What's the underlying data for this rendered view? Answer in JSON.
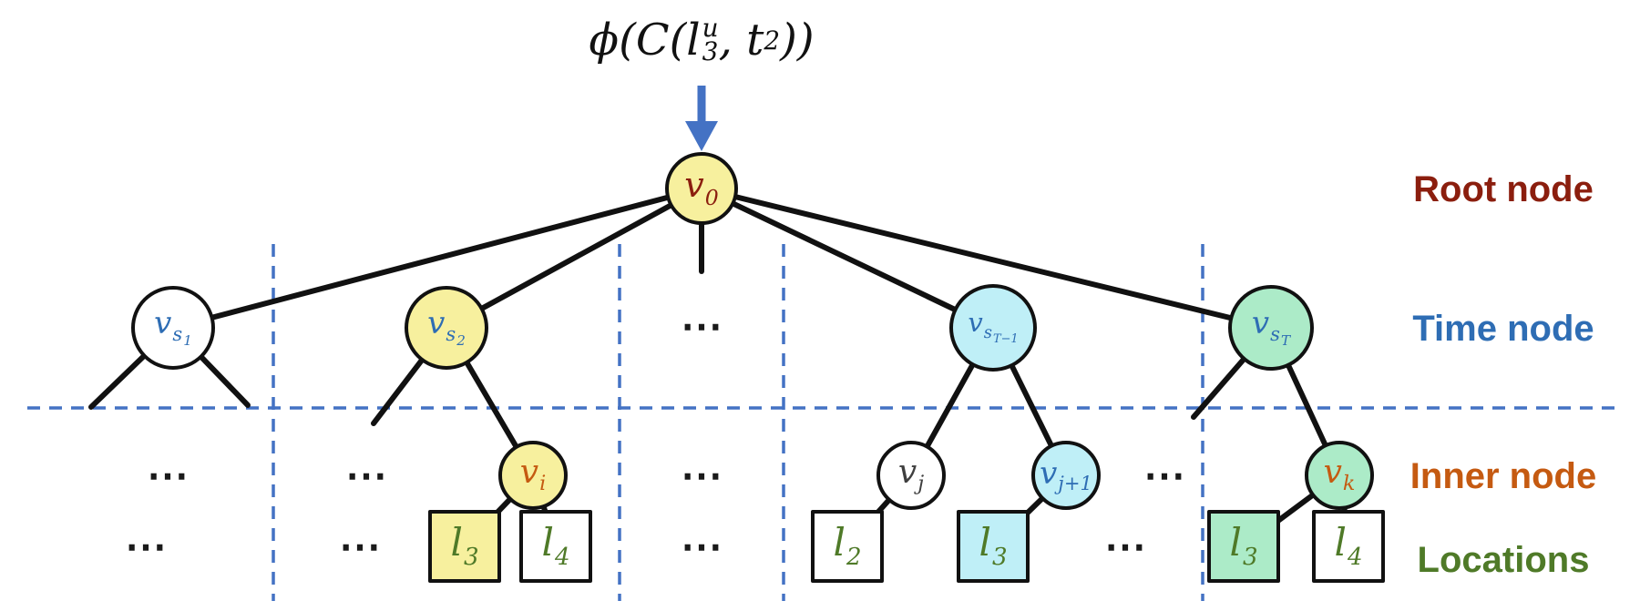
{
  "colors": {
    "node-yellow": "#F7F09E",
    "node-cyan": "#BFEFF7",
    "node-green": "#ACEBC8",
    "node-white": "#FFFFFF",
    "edge-black": "#111111",
    "dash-blue": "#4472C4",
    "arrow-blue": "#4472C4",
    "root-label": "#8B1E0E",
    "time-label": "#2E6DB4",
    "inner-label": "#C55A11",
    "inner-label-dark": "#3F3F3F",
    "location-label": "#4F7A28"
  },
  "formula": {
    "prefix": "ϕ(C(l",
    "l_sup": "u",
    "l_sub": "3",
    "mid": ", t",
    "t_sub": "2",
    "suffix": "))"
  },
  "legend": {
    "root": "Root node",
    "time": "Time node",
    "inner": "Inner node",
    "locations": "Locations"
  },
  "nodes": {
    "root": {
      "base": "v",
      "sub": "0"
    },
    "time": [
      {
        "base": "v",
        "sub": "s",
        "subsub": "1"
      },
      {
        "base": "v",
        "sub": "s",
        "subsub": "2"
      },
      {
        "base": "v",
        "sub": "s",
        "subsub": "T−1"
      },
      {
        "base": "v",
        "sub": "s",
        "subsub": "T"
      }
    ],
    "inner": [
      {
        "base": "v",
        "sub": "i"
      },
      {
        "base": "v",
        "sub": "j"
      },
      {
        "base": "v",
        "sub": "j+1"
      },
      {
        "base": "v",
        "sub": "k"
      }
    ],
    "locations": [
      {
        "base": "l",
        "sub": "3"
      },
      {
        "base": "l",
        "sub": "4"
      },
      {
        "base": "l",
        "sub": "2"
      },
      {
        "base": "l",
        "sub": "3"
      },
      {
        "base": "l",
        "sub": "3"
      },
      {
        "base": "l",
        "sub": "4"
      }
    ]
  },
  "ellipsis": "⋯"
}
